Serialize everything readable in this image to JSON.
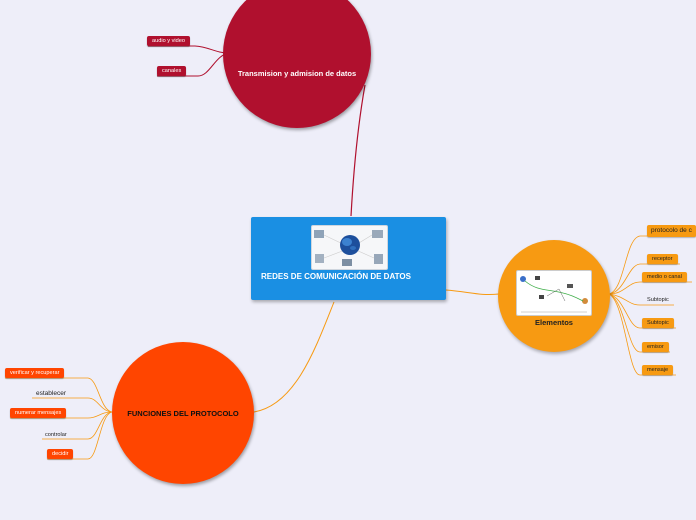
{
  "central": {
    "title": "REDES DE COMUNICACIÓN DE DATOS",
    "image": "network-globe-icon"
  },
  "top_branch": {
    "label": "Transmision y admision  de datos",
    "children": [
      "audio y video",
      "canales"
    ],
    "color": "#b0102e"
  },
  "right_branch": {
    "label": "Elementos",
    "image": "communication-elements-diagram",
    "children": [
      "protocolo de c",
      "receptor",
      "medio o canal",
      "Subtopic",
      "Subtopic",
      "emisor",
      "mensaje"
    ],
    "color": "#f79a12"
  },
  "left_branch": {
    "label": "FUNCIONES DEL PROTOCOLO",
    "children": [
      "verificar y recuperar",
      "establecer",
      "numerar mensajes",
      "controlar",
      "decidir"
    ],
    "color": "#ff4500"
  },
  "background": "#eeeef9"
}
